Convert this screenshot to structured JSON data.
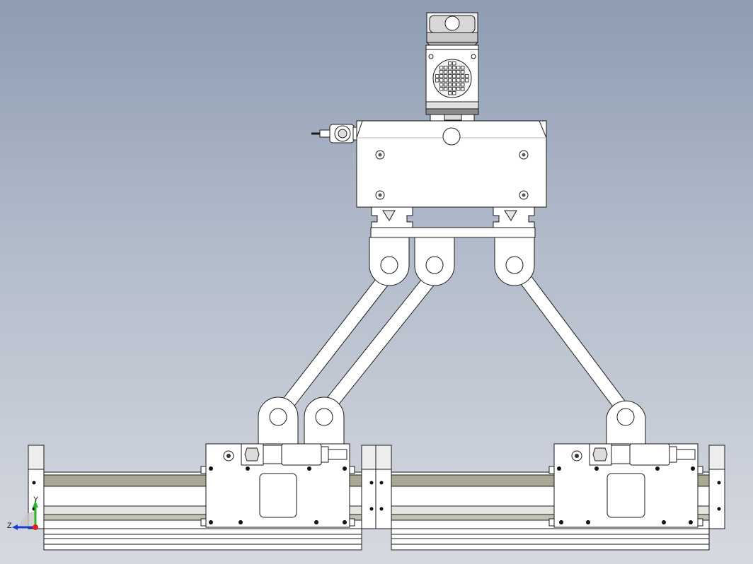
{
  "view": {
    "type": "cad-assembly-front-view",
    "colors": {
      "background_top": "#8e9db2",
      "background_bottom": "#d6d9e0",
      "part_fill": "#ffffff",
      "part_light": "#e9eaee",
      "edge": "#1a1a1a",
      "rail_dark": "#a8a894",
      "axis_y": "#2db52d",
      "axis_z": "#1a3fd6",
      "origin": "#e02020"
    }
  },
  "triad": {
    "y_label": "Y",
    "z_label": "Z"
  },
  "components": [
    "motor-terminal-box",
    "motor-fan-cover",
    "gearbox-housing",
    "proximity-sensor",
    "top-mounting-brackets",
    "linkage-arms",
    "left-linear-module",
    "right-linear-module"
  ]
}
